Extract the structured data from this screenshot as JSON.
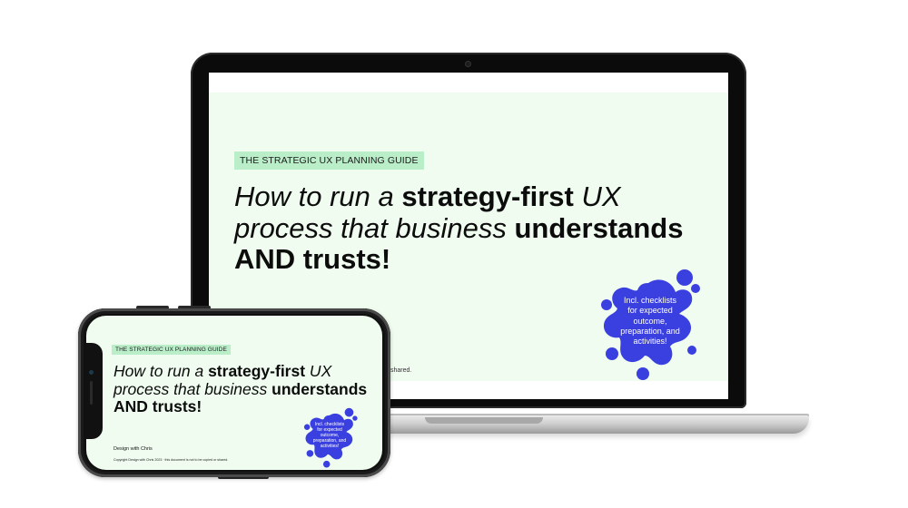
{
  "laptop": {
    "tag": "THE STRATEGIC UX PLANNING GUIDE",
    "headline": {
      "p1": "How to run a ",
      "b1": "strategy-first",
      "p2": " UX",
      "p3": "process that business ",
      "b2": "understands",
      "b3": "AND trusts!"
    },
    "badge": {
      "l1": "Incl. checklists",
      "l2": "for expected",
      "l3": "outcome,",
      "l4": "preparation, and",
      "l5": "activities!"
    },
    "footnote": "shared."
  },
  "phone": {
    "tag": "THE STRATEGIC UX PLANNING GUIDE",
    "headline": {
      "p1": "How to run a ",
      "b1": "strategy-first",
      "p2": " UX",
      "p3": "process that business ",
      "b2": "understands",
      "b3": "AND trusts!"
    },
    "badge": {
      "l1": "Incl. checklists",
      "l2": "for expected",
      "l3": "outcome,",
      "l4": "preparation, and",
      "l5": "activities!"
    },
    "brand": "Design with Chris",
    "copyright": "Copyright Design with Chris 2023 · this document is not to be copied or shared."
  },
  "colors": {
    "background": "#effcef",
    "tag_bg": "#b9eec8",
    "splat": "#3a3fe0",
    "text": "#0c0c0c"
  }
}
